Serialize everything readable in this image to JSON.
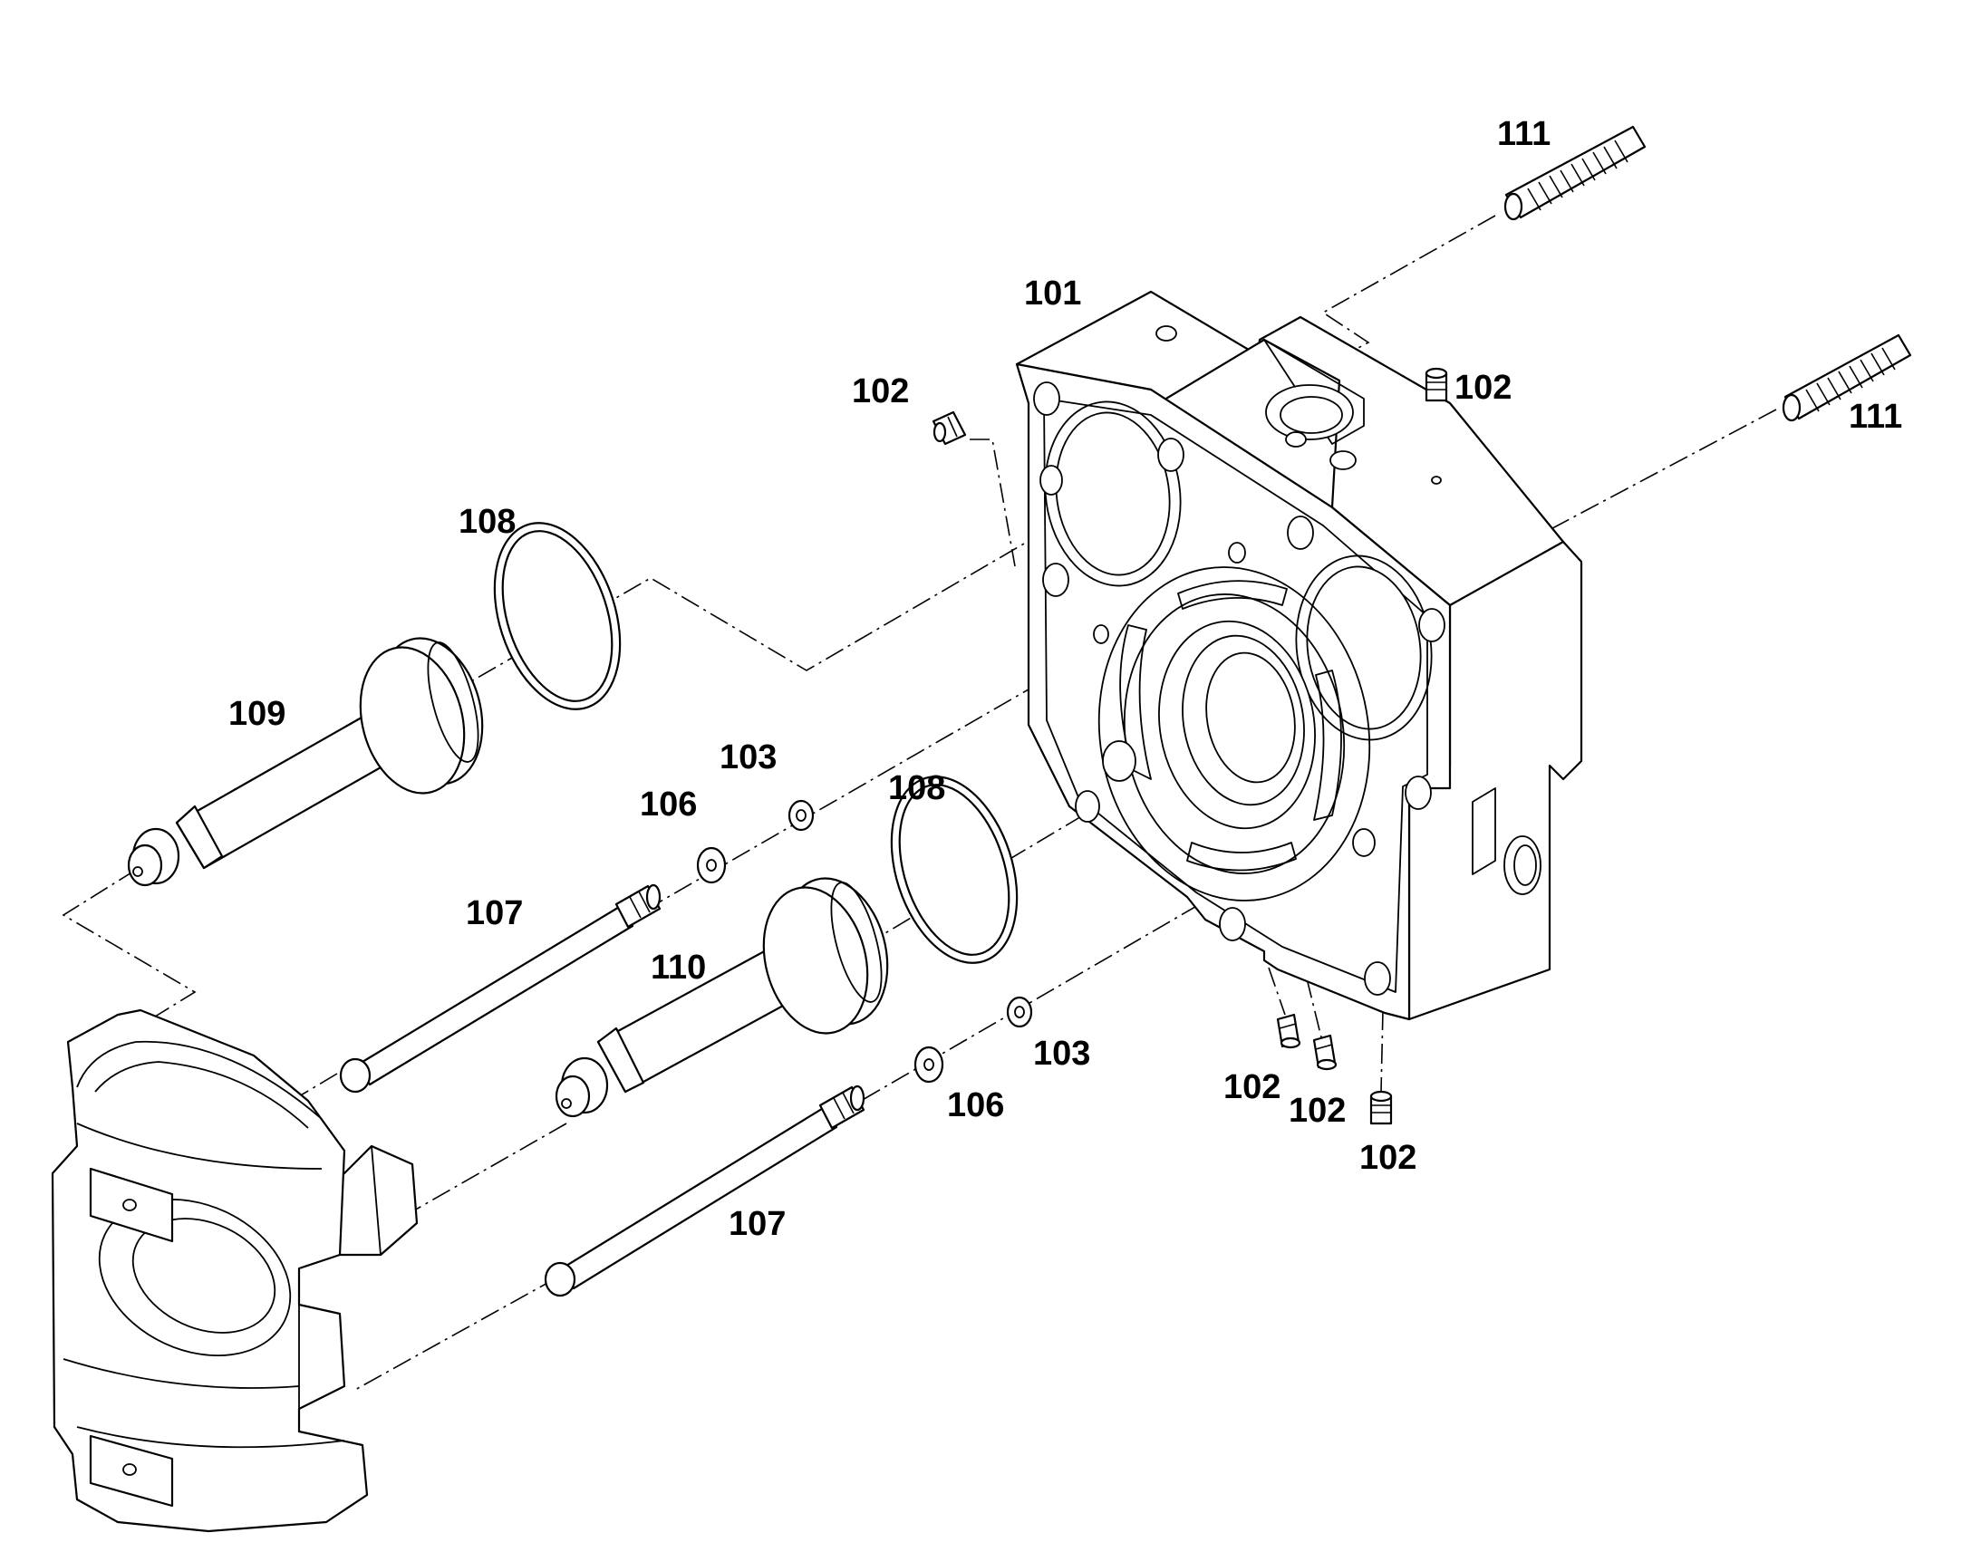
{
  "diagram": {
    "callouts": {
      "body_101": "101",
      "plug_102_top_left": "102",
      "plug_102_top_right": "102",
      "plug_102_bottom_1": "102",
      "plug_102_bottom_2": "102",
      "plug_102_bottom_3": "102",
      "washer_103_upper": "103",
      "washer_103_lower": "103",
      "washer_106_upper": "106",
      "washer_106_lower": "106",
      "pin_107_upper": "107",
      "pin_107_lower": "107",
      "ring_108_upper": "108",
      "ring_108_lower": "108",
      "piston_109": "109",
      "piston_110": "110",
      "stud_111_upper": "111",
      "stud_111_lower": "111"
    }
  }
}
